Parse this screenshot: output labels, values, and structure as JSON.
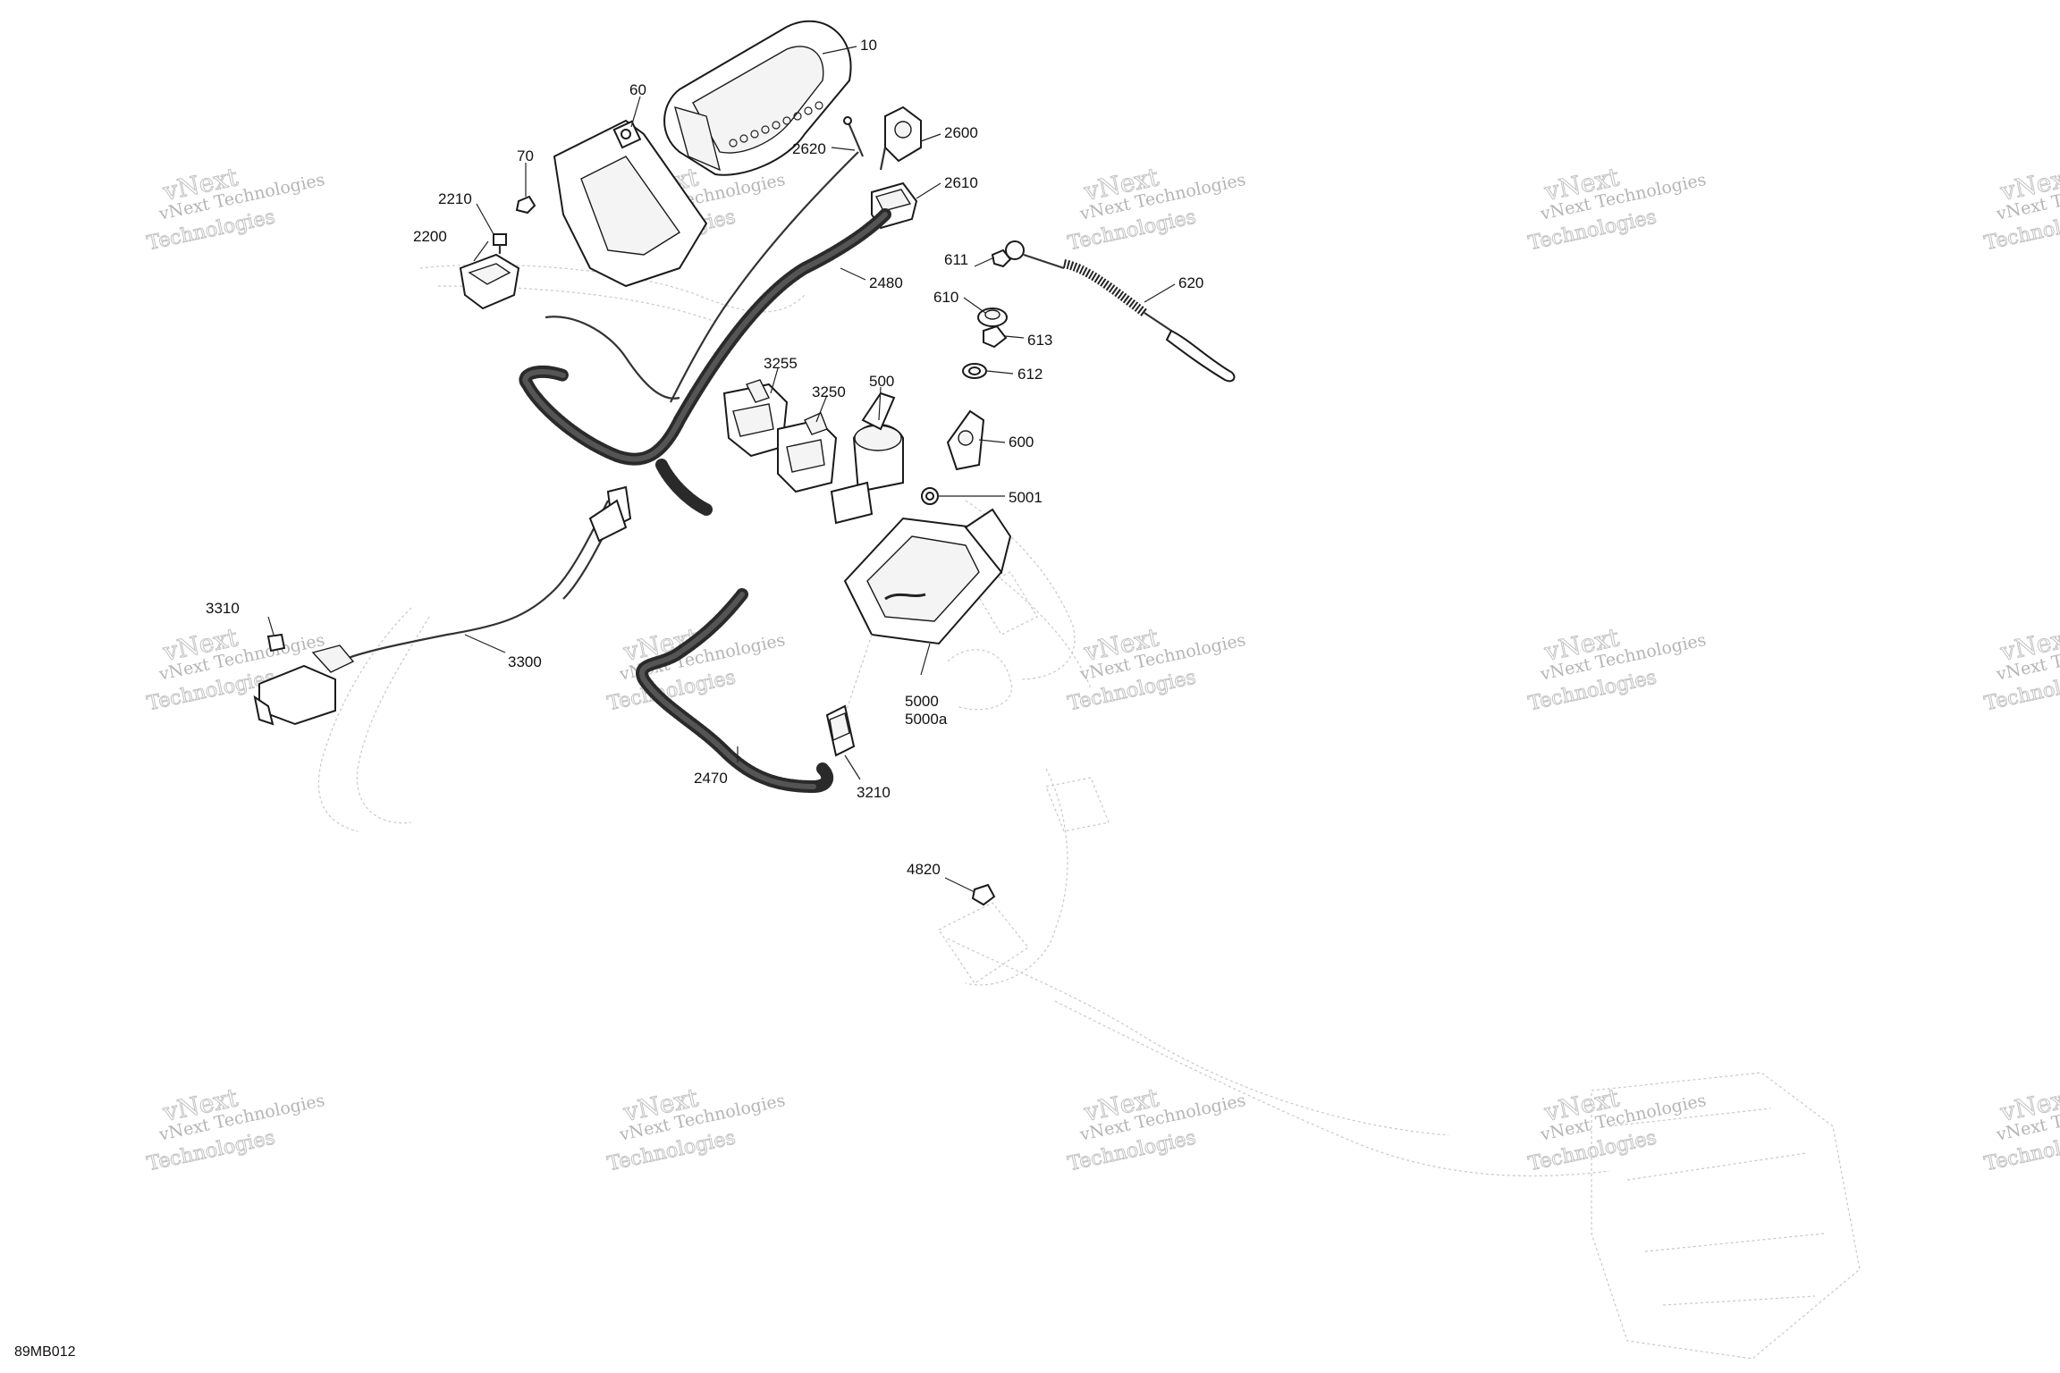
{
  "figure_code": "89MB012",
  "watermark": {
    "line1": "vNext",
    "line2": "vNext Technologies",
    "line3": "Technologies"
  },
  "callouts": [
    {
      "id": "c10",
      "label": "10"
    },
    {
      "id": "c60",
      "label": "60"
    },
    {
      "id": "c70",
      "label": "70"
    },
    {
      "id": "c2210",
      "label": "2210"
    },
    {
      "id": "c2200",
      "label": "2200"
    },
    {
      "id": "c2620",
      "label": "2620"
    },
    {
      "id": "c2600",
      "label": "2600"
    },
    {
      "id": "c2610",
      "label": "2610"
    },
    {
      "id": "c2480",
      "label": "2480"
    },
    {
      "id": "c611",
      "label": "611"
    },
    {
      "id": "c610",
      "label": "610"
    },
    {
      "id": "c613",
      "label": "613"
    },
    {
      "id": "c612",
      "label": "612"
    },
    {
      "id": "c620",
      "label": "620"
    },
    {
      "id": "c3255",
      "label": "3255"
    },
    {
      "id": "c3250",
      "label": "3250"
    },
    {
      "id": "c500",
      "label": "500"
    },
    {
      "id": "c600",
      "label": "600"
    },
    {
      "id": "c5001",
      "label": "5001"
    },
    {
      "id": "c3310",
      "label": "3310"
    },
    {
      "id": "c3300",
      "label": "3300"
    },
    {
      "id": "c5000",
      "label": "5000"
    },
    {
      "id": "c5000a",
      "label": "5000a"
    },
    {
      "id": "c2470",
      "label": "2470"
    },
    {
      "id": "c3210",
      "label": "3210"
    },
    {
      "id": "c4820",
      "label": "4820"
    }
  ]
}
